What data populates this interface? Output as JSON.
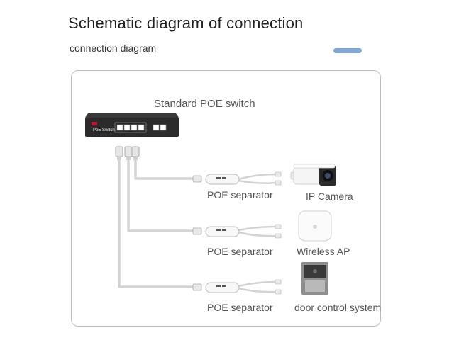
{
  "title": "Schematic diagram of connection",
  "subtitle": "connection diagram",
  "colors": {
    "accent": "#7fa8d8",
    "label": "#555555",
    "cable": "#d6d6d6",
    "switch_body": "#2b2b2b",
    "brand_mark": "#c8102e"
  },
  "switch": {
    "label": "Standard POE switch",
    "device_text": "PoE Switch",
    "icon": "poe-switch-icon"
  },
  "rows": [
    {
      "separator_label": "POE separator",
      "device_label": "IP Camera",
      "device_icon": "ip-camera-icon"
    },
    {
      "separator_label": "POE separator",
      "device_label": "Wireless AP",
      "device_icon": "wireless-ap-icon"
    },
    {
      "separator_label": "POE separator",
      "device_label": "door control system",
      "device_icon": "door-control-icon"
    }
  ]
}
